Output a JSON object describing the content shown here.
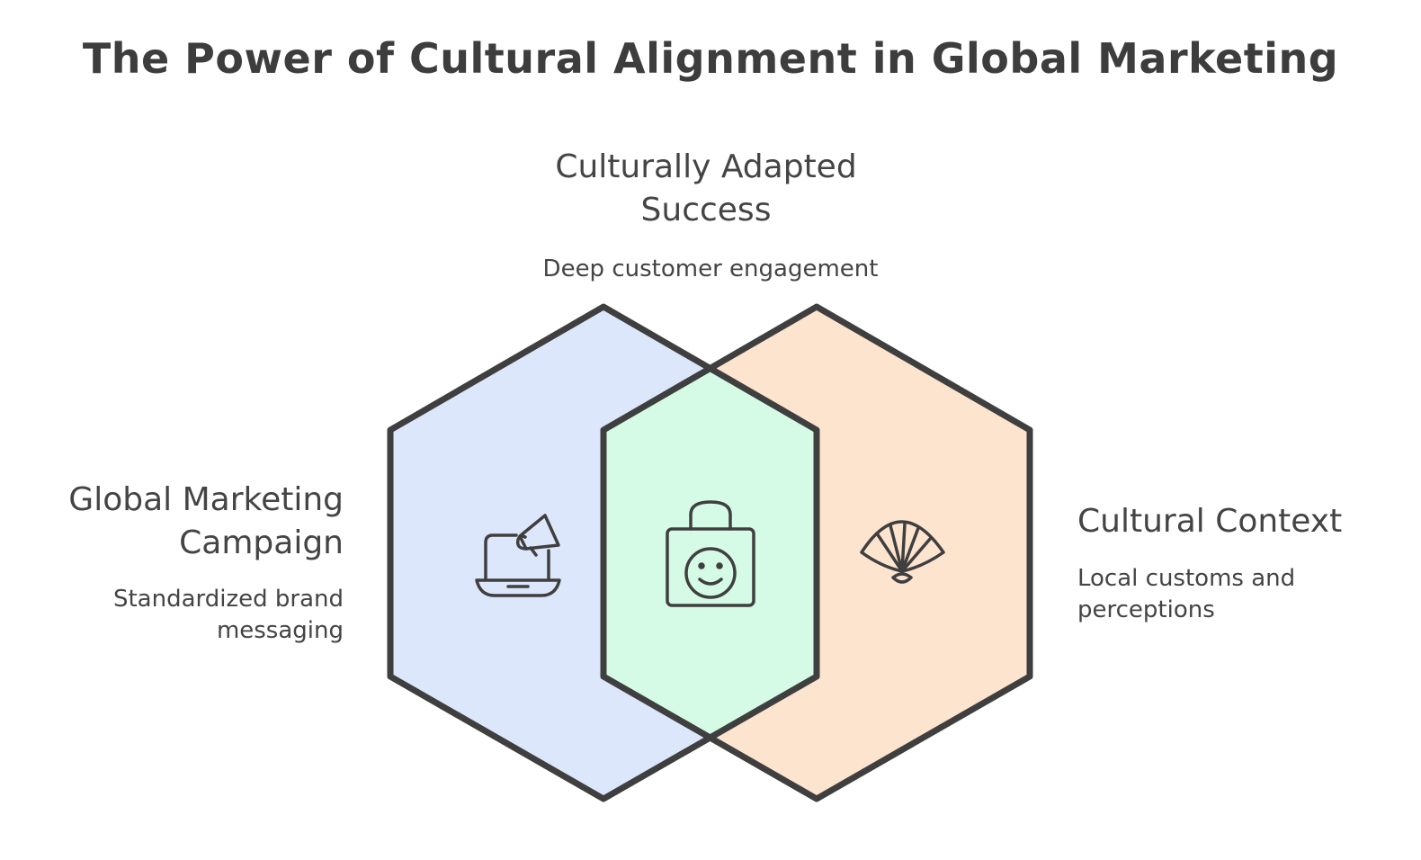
{
  "title": "The Power of Cultural Alignment in Global Marketing",
  "colors": {
    "left_fill": "#dde7fb",
    "middle_fill": "#d5fbe6",
    "right_fill": "#fce4cf",
    "stroke": "#3f3f3f"
  },
  "nodes": {
    "top": {
      "heading": "Culturally Adapted Success",
      "description": "Deep customer engagement",
      "icon": "shopping-bag-smile-icon"
    },
    "left": {
      "heading": "Global Marketing Campaign",
      "description": "Standardized brand messaging",
      "icon": "laptop-megaphone-icon"
    },
    "right": {
      "heading": "Cultural Context",
      "description": "Local customs and perceptions",
      "icon": "hand-fan-icon"
    }
  }
}
